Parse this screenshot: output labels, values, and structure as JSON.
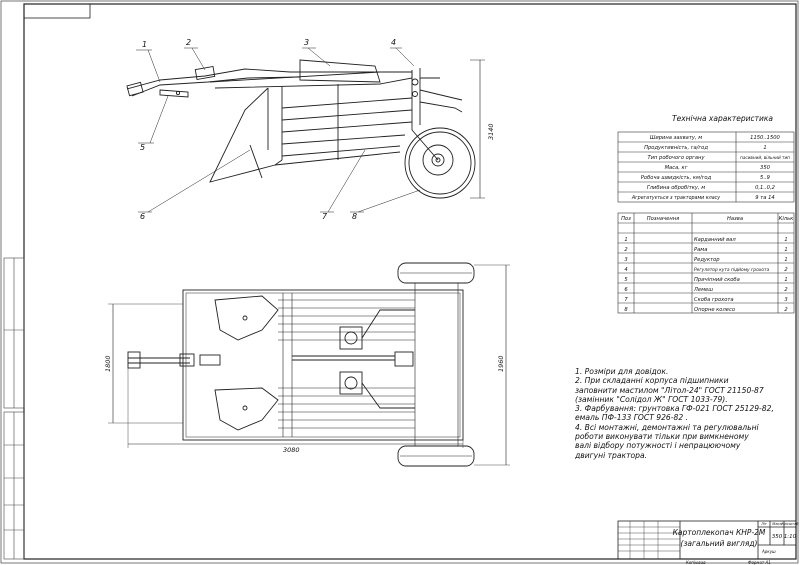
{
  "callouts": [
    "1",
    "2",
    "3",
    "4",
    "5",
    "6",
    "7",
    "8"
  ],
  "dimensions": {
    "height_side": "3140",
    "width_plan_inner": "1800",
    "width_plan_outer": "1960",
    "length_plan": "3080"
  },
  "tech_title": "Технічна характеристика",
  "tech_rows": [
    {
      "name": "Ширина захвату, м",
      "value": "1150..1500"
    },
    {
      "name": "Продуктивність, га/год",
      "value": "1"
    },
    {
      "name": "Тип робочого органу",
      "value": "пасивний, вільний тип"
    },
    {
      "name": "Маса, кг",
      "value": "350"
    },
    {
      "name": "Робоча швидкість, км/год",
      "value": "5..9"
    },
    {
      "name": "Глибина обробітку, м",
      "value": "0,1..0,2"
    },
    {
      "name": "Агрегатується з тракторами класу",
      "value": "9 та 14"
    }
  ],
  "spec_headers": [
    "Поз",
    "Позначення",
    "Назва",
    "Кільк"
  ],
  "spec_rows": [
    {
      "pos": "1",
      "name": "Карданний вал",
      "qty": "1"
    },
    {
      "pos": "2",
      "name": "Рама",
      "qty": "1"
    },
    {
      "pos": "3",
      "name": "Редуктор",
      "qty": "1"
    },
    {
      "pos": "4",
      "name": "Регулятор кута підйому грохота",
      "qty": "2"
    },
    {
      "pos": "5",
      "name": "Причіпний скоба",
      "qty": "1"
    },
    {
      "pos": "6",
      "name": "Лемеш",
      "qty": "2"
    },
    {
      "pos": "7",
      "name": "Скоба грохота",
      "qty": "3"
    },
    {
      "pos": "8",
      "name": "Опорне колесо",
      "qty": "2"
    }
  ],
  "notes": [
    "1. Розміри для довідок.",
    "2. При складанні корпуса підшипники",
    "    заповнити мастилом \"Літол-24\" ГОСТ 21150-87",
    "    (замінник \"Солідол Ж\" ГОСТ 1033-79).",
    "3. Фарбування: грунтовка ГФ-021 ГОСТ 25129-82,",
    "    емаль ПФ-133 ГОСТ 926-82 .",
    "4. Всі монтажні, демонтажні та регулювальні",
    "    роботи виконувати тільки при вимкненому",
    "    валі відбору потужності і непрацюючому",
    "    двигуні трактора."
  ],
  "title_block": {
    "name_line1": "Картоплекопач КНР-2М",
    "name_line2": "(загальний вигляд)",
    "mass": "350",
    "scale": "1:10",
    "sheet": "Аркуш",
    "bottom_left": "Копіював",
    "bottom_right": "Формат A1",
    "header_lit": "Літ",
    "header_mass": "Маса",
    "header_scale": "Масштаб"
  }
}
